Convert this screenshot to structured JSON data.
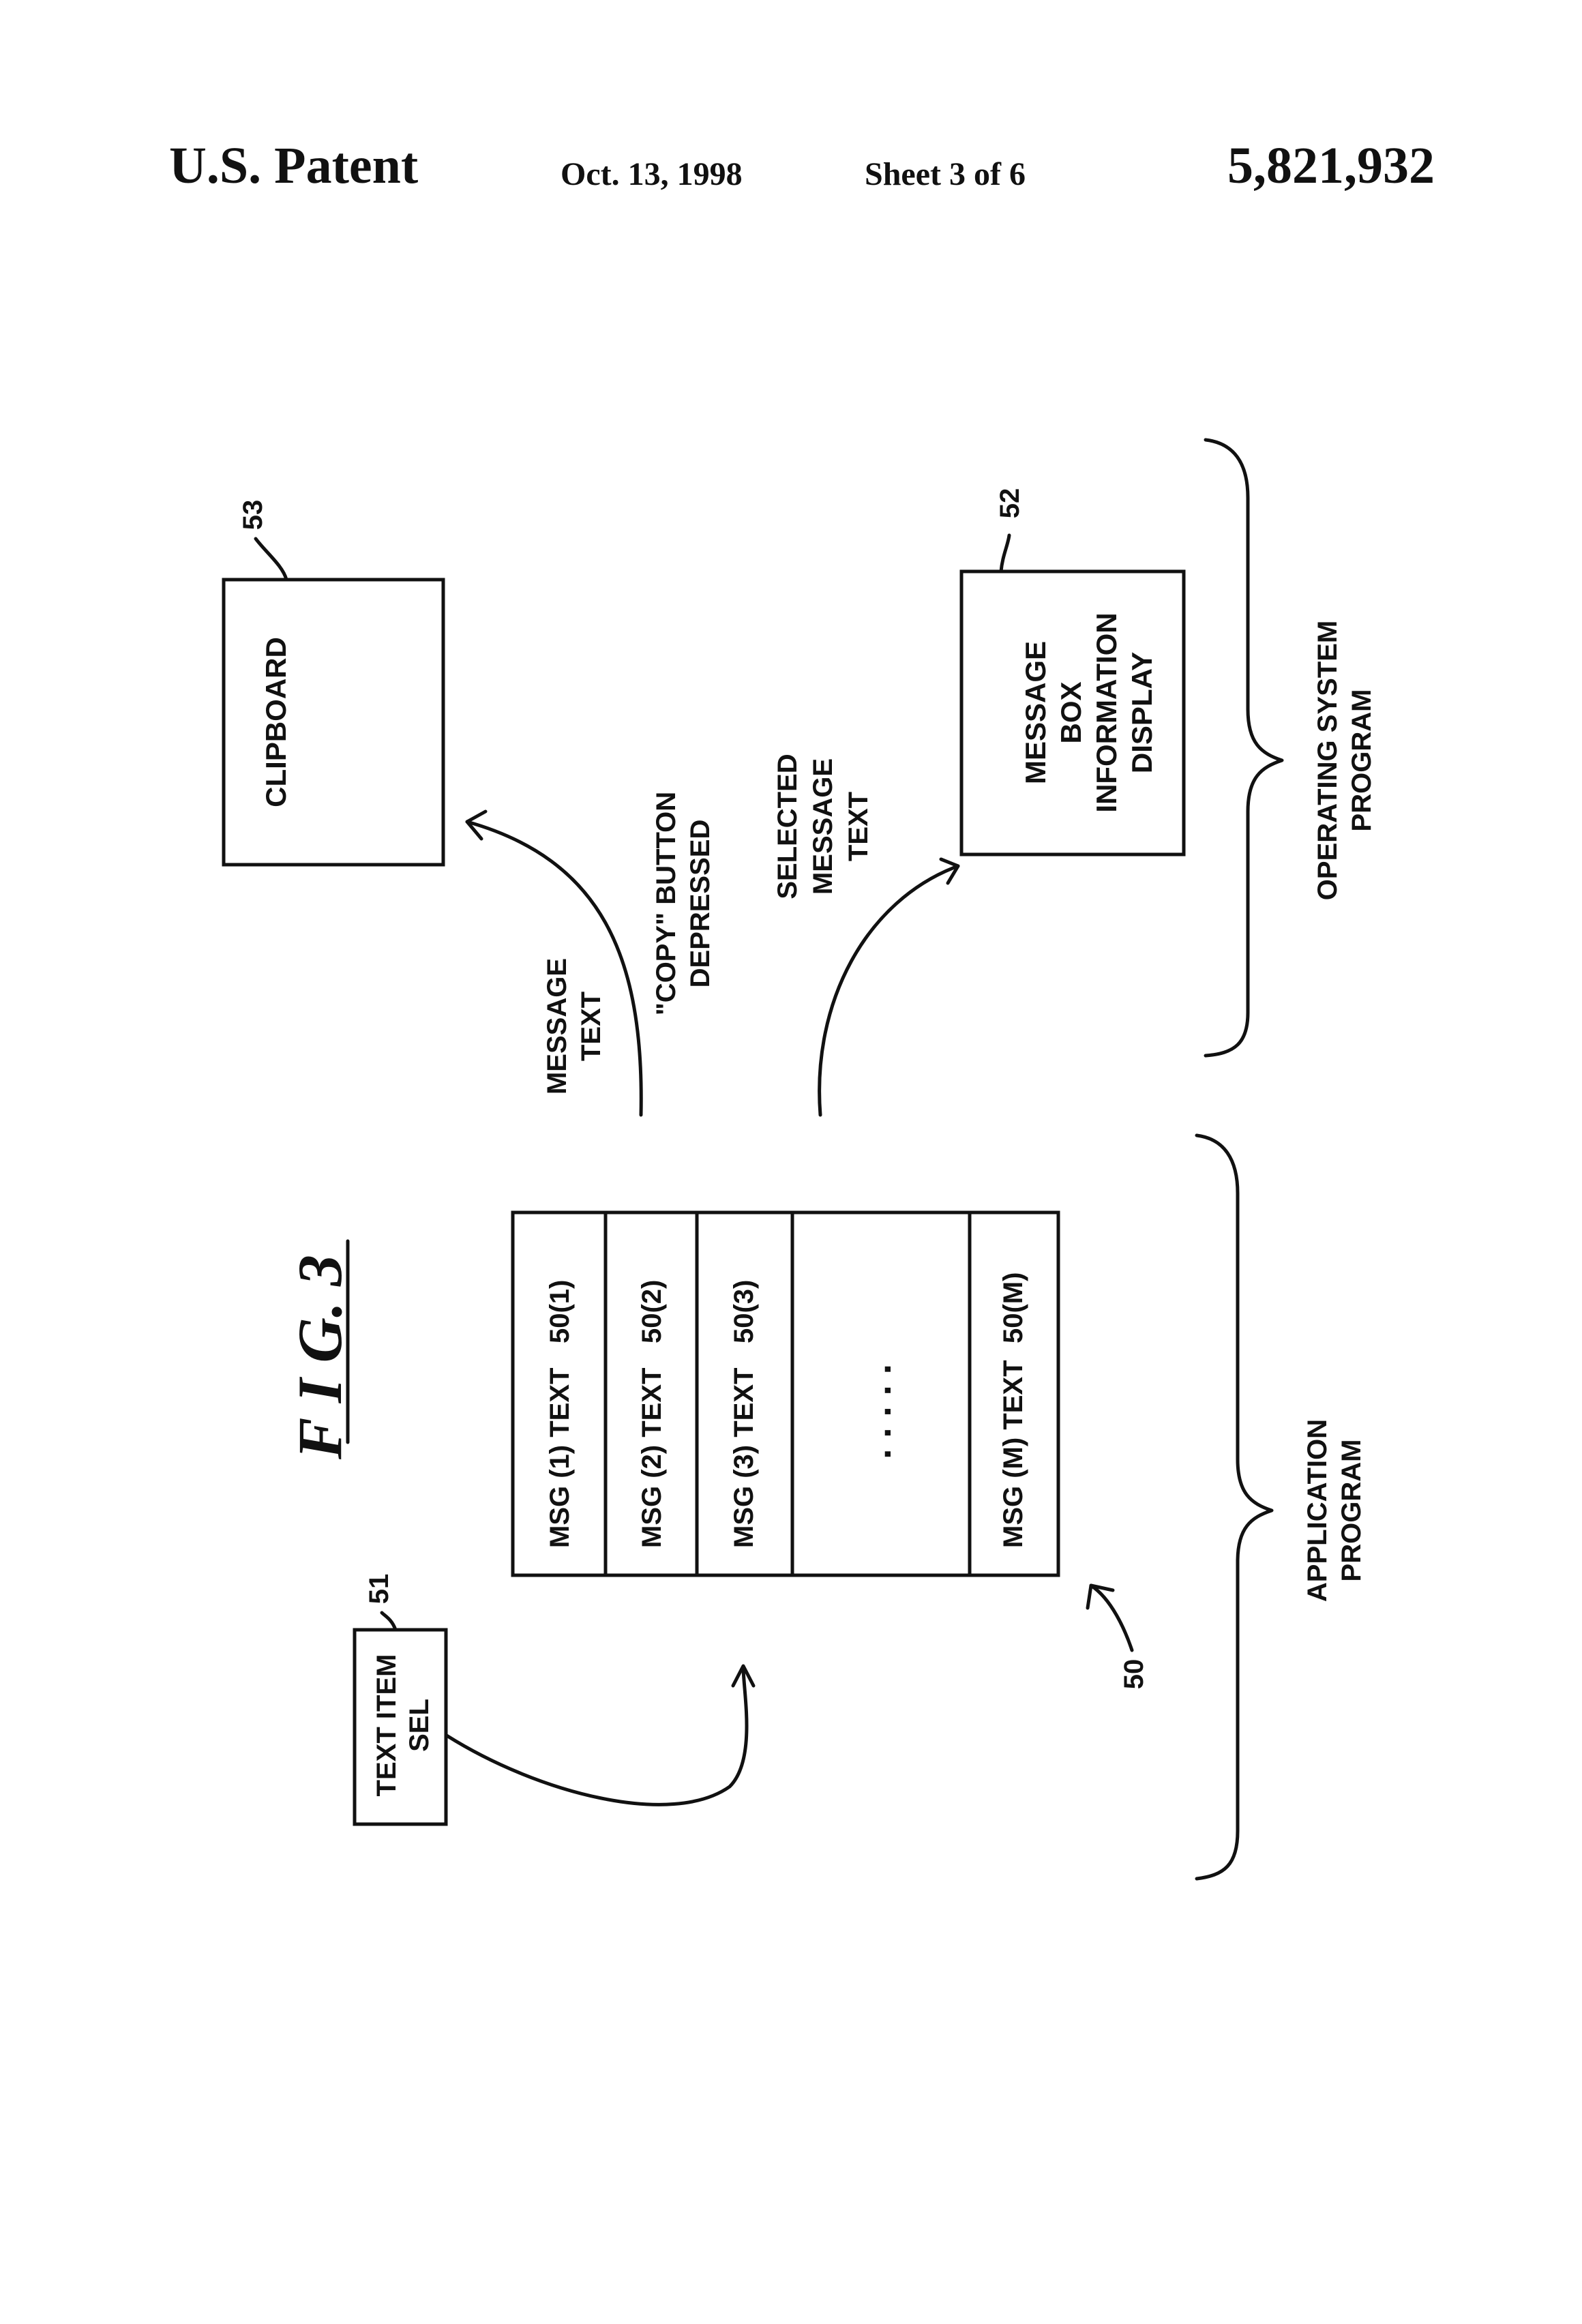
{
  "header": {
    "title": "U.S. Patent",
    "date": "Oct. 13, 1998",
    "sheet": "Sheet 3 of 6",
    "patent_number": "5,821,932"
  },
  "figure": {
    "label": "F I G. 3",
    "clipboard": {
      "lines": [
        "CLIPBOARD"
      ],
      "ref": "53"
    },
    "message_box": {
      "lines": [
        "MESSAGE",
        "BOX",
        "INFORMATION",
        "DISPLAY"
      ],
      "ref": "52"
    },
    "text_item_sel": {
      "lines": [
        "TEXT ITEM",
        "SEL"
      ],
      "ref": "51"
    },
    "message_table": {
      "ref": "50",
      "rows": [
        {
          "text": "MSG (1) TEXT",
          "ref": "50(1)"
        },
        {
          "text": "MSG (2) TEXT",
          "ref": "50(2)"
        },
        {
          "text": "MSG (3) TEXT",
          "ref": "50(3)"
        },
        {
          "text": ". . . . .",
          "ref": ""
        },
        {
          "text": "MSG (M) TEXT",
          "ref": "50(M)"
        }
      ]
    },
    "arrow_labels": {
      "message_text": [
        "MESSAGE",
        "TEXT"
      ],
      "copy_button": [
        "\"COPY\" BUTTON",
        "DEPRESSED"
      ],
      "selected_message": [
        "SELECTED",
        "MESSAGE",
        "TEXT"
      ]
    },
    "brackets": {
      "operating_system": [
        "OPERATING SYSTEM",
        "PROGRAM"
      ],
      "application": [
        "APPLICATION",
        "PROGRAM"
      ]
    }
  }
}
